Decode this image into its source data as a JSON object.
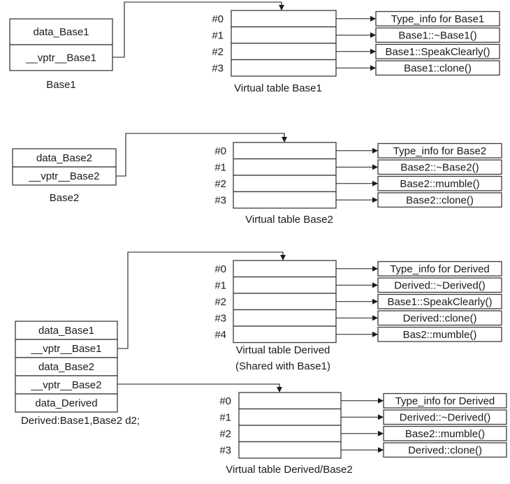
{
  "groups": [
    {
      "object": {
        "fields": [
          "data_Base1",
          "__vptr__Base1"
        ],
        "caption": "Base1"
      },
      "vtable": {
        "indices": [
          "#0",
          "#1",
          "#2",
          "#3"
        ],
        "entries": [
          "Type_info for Base1",
          "Base1::~Base1()",
          "Base1::SpeakClearly()",
          "Base1::clone()"
        ],
        "caption_lines": [
          "Virtual table Base1"
        ]
      }
    },
    {
      "object": {
        "fields": [
          "data_Base2",
          "__vptr__Base2"
        ],
        "caption": "Base2"
      },
      "vtable": {
        "indices": [
          "#0",
          "#1",
          "#2",
          "#3"
        ],
        "entries": [
          "Type_info for Base2",
          "Base2::~Base2()",
          "Base2::mumble()",
          "Base2::clone()"
        ],
        "caption_lines": [
          "Virtual table Base2"
        ]
      }
    },
    {
      "object": {
        "fields": [
          "data_Base1",
          "__vptr__Base1",
          "data_Base2",
          "__vptr__Base2",
          "data_Derived"
        ],
        "caption": "Derived:Base1,Base2 d2;"
      },
      "vtable": {
        "indices": [
          "#0",
          "#1",
          "#2",
          "#3",
          "#4"
        ],
        "entries": [
          "Type_info for Derived",
          "Derived::~Derived()",
          "Base1::SpeakClearly()",
          "Derived::clone()",
          "Bas2::mumble()"
        ],
        "caption_lines": [
          "Virtual table Derived",
          "(Shared with Base1)"
        ]
      }
    },
    {
      "vtable": {
        "indices": [
          "#0",
          "#1",
          "#2",
          "#3"
        ],
        "entries": [
          "Type_info for Derived",
          "Derived::~Derived()",
          "Base2::mumble()",
          "Derived::clone()"
        ],
        "caption_lines": [
          "Virtual table Derived/Base2"
        ]
      }
    }
  ]
}
